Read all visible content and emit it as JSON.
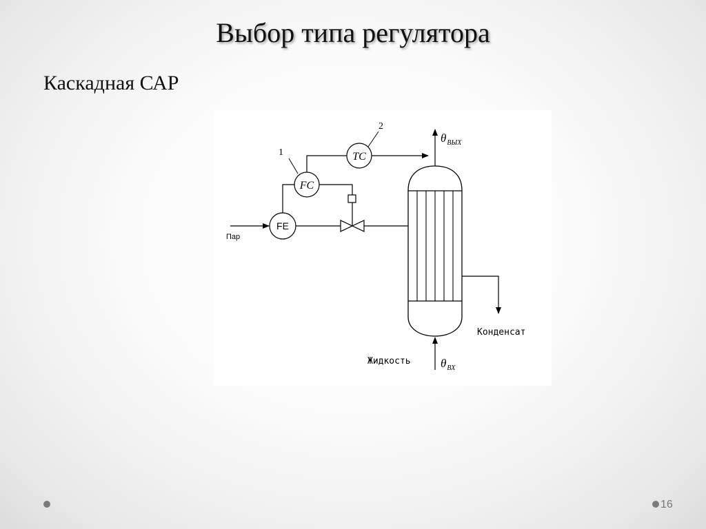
{
  "slide": {
    "title": "Выбор типа регулятора",
    "subtitle": "Каскадная САР",
    "page_number": "16"
  },
  "diagram": {
    "labels": {
      "steam": "Пар",
      "fe": "FE",
      "fc": "FC",
      "tc": "TC",
      "callout_1": "1",
      "callout_2": "2",
      "theta": "θ",
      "out_sub": "ВЫХ",
      "in_sub": "ВХ",
      "condensate": "Конденсат",
      "liquid": "Жидкость"
    }
  }
}
